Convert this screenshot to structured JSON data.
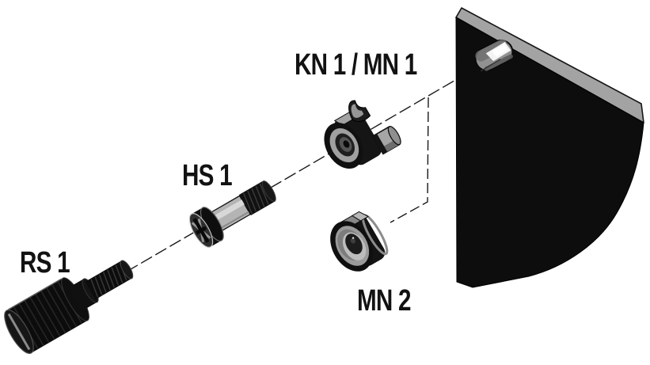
{
  "diagram": {
    "type": "exploded-assembly-diagram",
    "background_color": "#ffffff",
    "line_color": "#1a1a1a",
    "parts": [
      {
        "id": "rs1",
        "label": "RS 1"
      },
      {
        "id": "hs1",
        "label": "HS 1"
      },
      {
        "id": "kn1-mn1",
        "label": "KN 1 / MN 1"
      },
      {
        "id": "mn2",
        "label": "MN 2"
      }
    ],
    "panel": {
      "face_color": "#0d0d0d",
      "top_edge_color": "#a3a3a3",
      "slot_wall_color": "#919191",
      "slot_highlight_color": "#ffffff"
    },
    "materials": {
      "part_black": "#101010",
      "metal_gray": "#b4b4b4"
    }
  }
}
